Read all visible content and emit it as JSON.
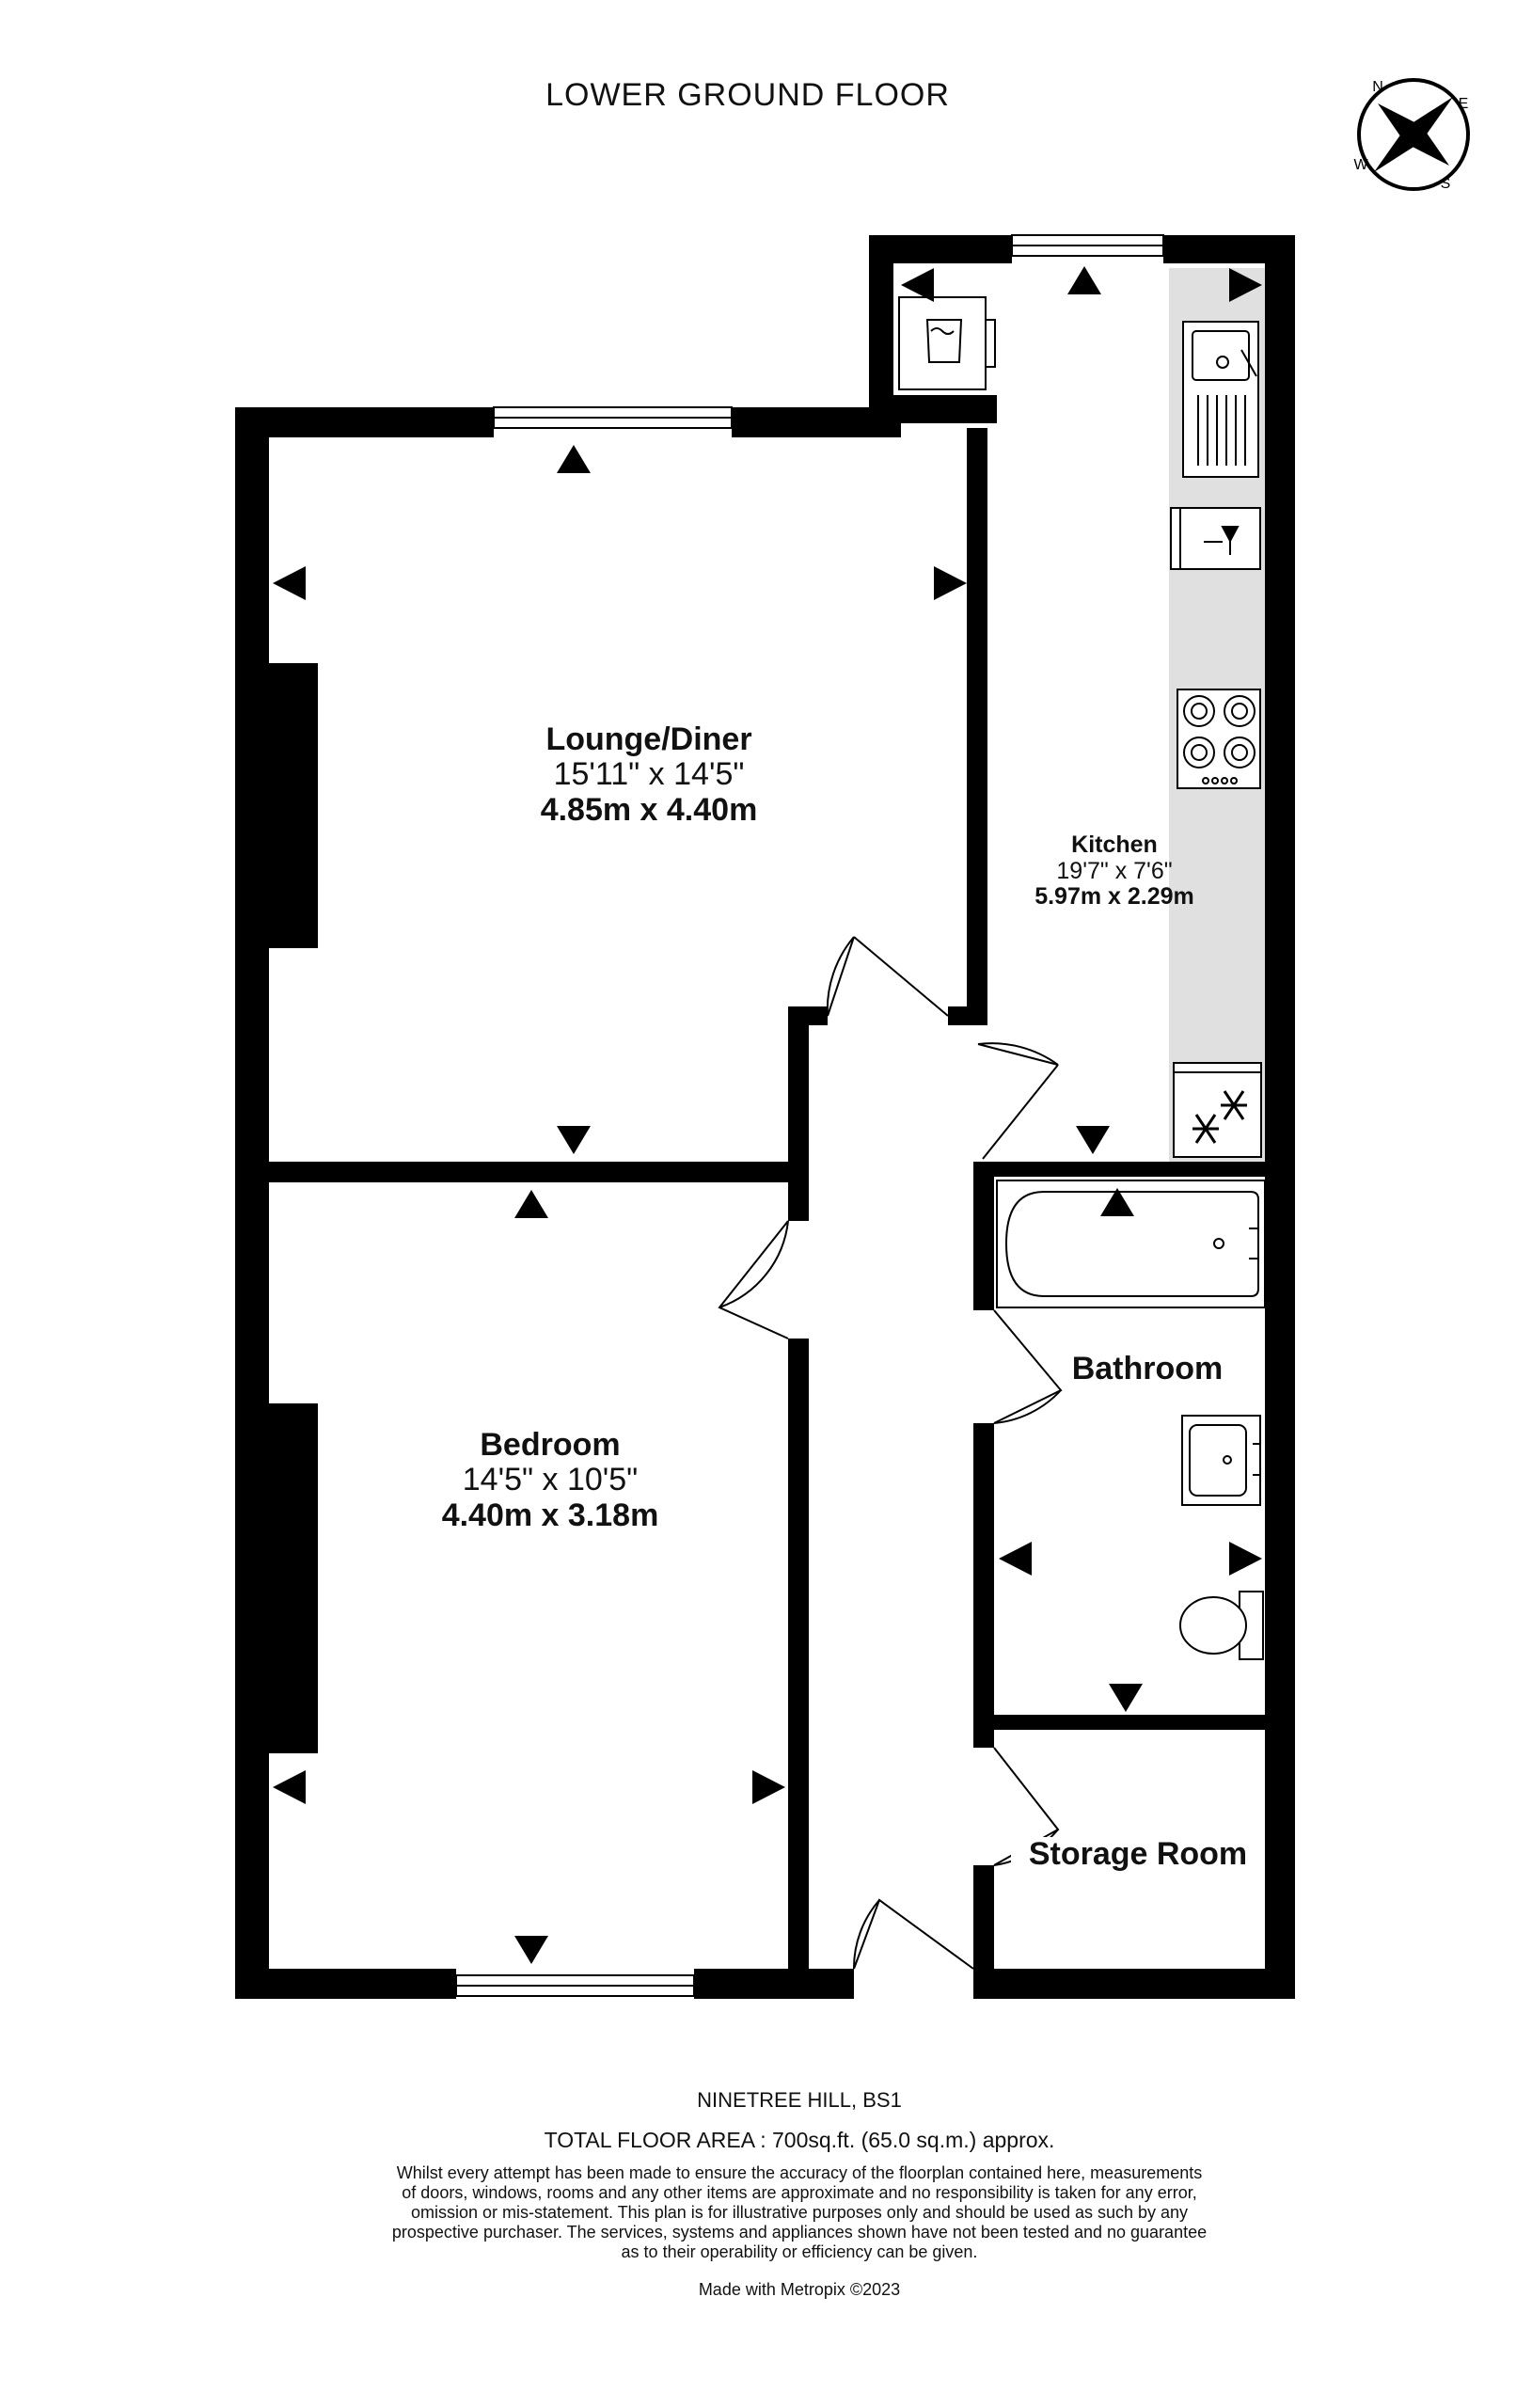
{
  "floor_title": "LOWER GROUND FLOOR",
  "compass": {
    "n": "N",
    "e": "E",
    "s": "S",
    "w": "W"
  },
  "rooms": {
    "lounge": {
      "name": "Lounge/Diner",
      "imperial": "15'11\"  x 14'5\"",
      "metric": "4.85m  x 4.40m"
    },
    "kitchen": {
      "name": "Kitchen",
      "imperial": "19'7\"  x 7'6\"",
      "metric": "5.97m  x 2.29m"
    },
    "bedroom": {
      "name": "Bedroom",
      "imperial": "14'5\"  x 10'5\"",
      "metric": "4.40m  x 3.18m"
    },
    "bathroom": {
      "name": "Bathroom"
    },
    "storage": {
      "name": "Storage Room"
    }
  },
  "footer": {
    "address": "NINETREE HILL, BS1",
    "total_area": "TOTAL FLOOR AREA : 700sq.ft. (65.0 sq.m.) approx.",
    "disclaimer": [
      "Whilst every attempt has been made to ensure the accuracy of the floorplan contained here, measurements",
      "of doors, windows, rooms and any other items are approximate and no responsibility is taken for any error,",
      "omission or mis-statement. This plan is for illustrative purposes only and should be used as such by any",
      "prospective purchaser. The services, systems and appliances shown have not been tested and no guarantee",
      "as to their operability or efficiency can be given."
    ],
    "credit": "Made with Metropix ©2023"
  },
  "colors": {
    "wall": "#000000",
    "worktop": "#e0e0e0",
    "background": "#ffffff"
  }
}
